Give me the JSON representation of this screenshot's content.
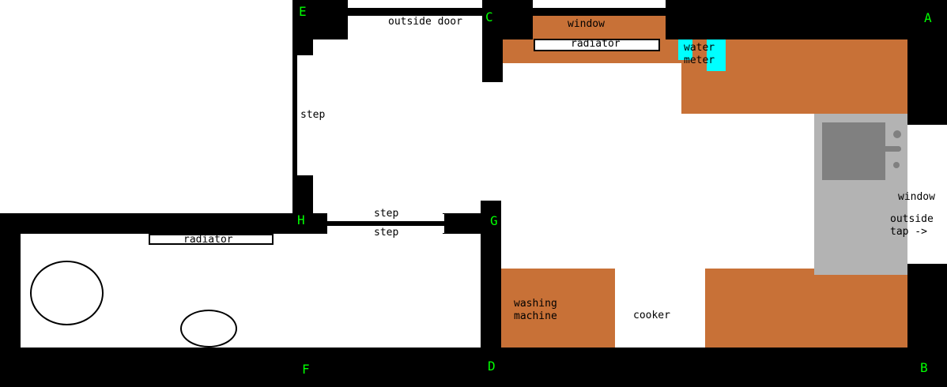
{
  "corners": {
    "a": "A",
    "b": "B",
    "c": "C",
    "d": "D",
    "e": "E",
    "f": "F",
    "g": "G",
    "h": "H"
  },
  "labels": {
    "outside_door": "outside door",
    "window_top": "window",
    "radiator_kitchen": "radiator",
    "water_meter_1": "water",
    "water_meter_2": "meter",
    "step_vertical": "step",
    "step_upper": "step",
    "step_lower": "step",
    "radiator_hall": "radiator",
    "window_right": "window",
    "outside_tap_1": "outside",
    "outside_tap_2": "tap ->",
    "washing_machine_1": "washing",
    "washing_machine_2": "machine",
    "cooker": "cooker"
  },
  "colors": {
    "wall": "#000000",
    "worktop": "#c87137",
    "water_meter": "#00ffff",
    "sink_unit": "#b3b3b3",
    "sink_basin": "#808080",
    "corner_letters": "#00ff00"
  }
}
